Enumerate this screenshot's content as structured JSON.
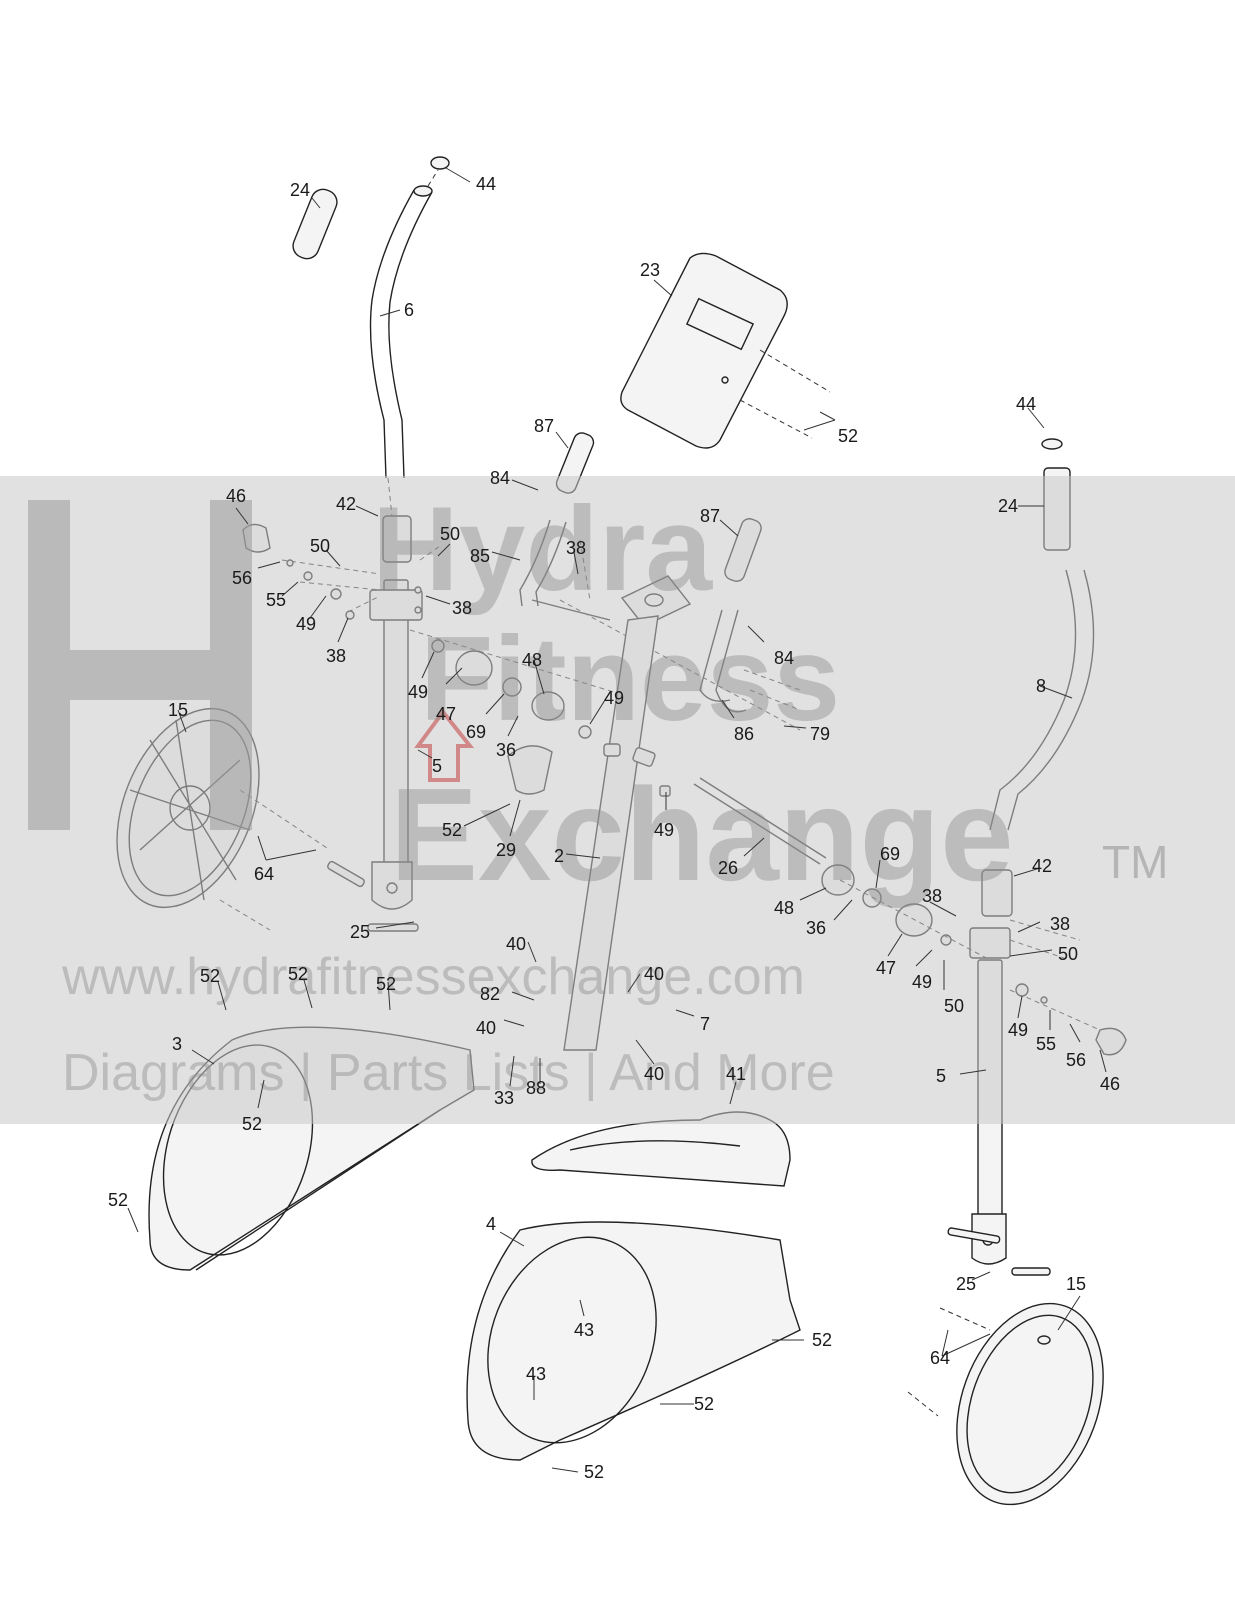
{
  "watermark": {
    "line1": "Hydra",
    "line2": "Fitness",
    "line3": "Exchange",
    "tm": "TM",
    "url": "www.hydrafitnessexchange.com",
    "tagline": "Diagrams | Parts Lists | And More"
  },
  "colors": {
    "highlight_arrow": "#d93a3a",
    "watermark_band": "#c8c8c8",
    "line": "#222222"
  },
  "callouts": [
    {
      "text": "24"
    },
    {
      "text": "44"
    },
    {
      "text": "6"
    },
    {
      "text": "23"
    },
    {
      "text": "52"
    },
    {
      "text": "44"
    },
    {
      "text": "87"
    },
    {
      "text": "84"
    },
    {
      "text": "46"
    },
    {
      "text": "42"
    },
    {
      "text": "50"
    },
    {
      "text": "24"
    },
    {
      "text": "87"
    },
    {
      "text": "50"
    },
    {
      "text": "56"
    },
    {
      "text": "38"
    },
    {
      "text": "85"
    },
    {
      "text": "55"
    },
    {
      "text": "38"
    },
    {
      "text": "49"
    },
    {
      "text": "84"
    },
    {
      "text": "38"
    },
    {
      "text": "48"
    },
    {
      "text": "8"
    },
    {
      "text": "49"
    },
    {
      "text": "49"
    },
    {
      "text": "15"
    },
    {
      "text": "47"
    },
    {
      "text": "69"
    },
    {
      "text": "79"
    },
    {
      "text": "86"
    },
    {
      "text": "36"
    },
    {
      "text": "5"
    },
    {
      "text": "52"
    },
    {
      "text": "49"
    },
    {
      "text": "29"
    },
    {
      "text": "2"
    },
    {
      "text": "26"
    },
    {
      "text": "69"
    },
    {
      "text": "64"
    },
    {
      "text": "42"
    },
    {
      "text": "48"
    },
    {
      "text": "38"
    },
    {
      "text": "38"
    },
    {
      "text": "36"
    },
    {
      "text": "25"
    },
    {
      "text": "50"
    },
    {
      "text": "47"
    },
    {
      "text": "40"
    },
    {
      "text": "49"
    },
    {
      "text": "52"
    },
    {
      "text": "52"
    },
    {
      "text": "52"
    },
    {
      "text": "40"
    },
    {
      "text": "50"
    },
    {
      "text": "82"
    },
    {
      "text": "7"
    },
    {
      "text": "49"
    },
    {
      "text": "55"
    },
    {
      "text": "40"
    },
    {
      "text": "3"
    },
    {
      "text": "56"
    },
    {
      "text": "46"
    },
    {
      "text": "40"
    },
    {
      "text": "41"
    },
    {
      "text": "5"
    },
    {
      "text": "33"
    },
    {
      "text": "88"
    },
    {
      "text": "52"
    },
    {
      "text": "52"
    },
    {
      "text": "4"
    },
    {
      "text": "25"
    },
    {
      "text": "15"
    },
    {
      "text": "43"
    },
    {
      "text": "52"
    },
    {
      "text": "64"
    },
    {
      "text": "43"
    },
    {
      "text": "52"
    },
    {
      "text": "52"
    }
  ]
}
